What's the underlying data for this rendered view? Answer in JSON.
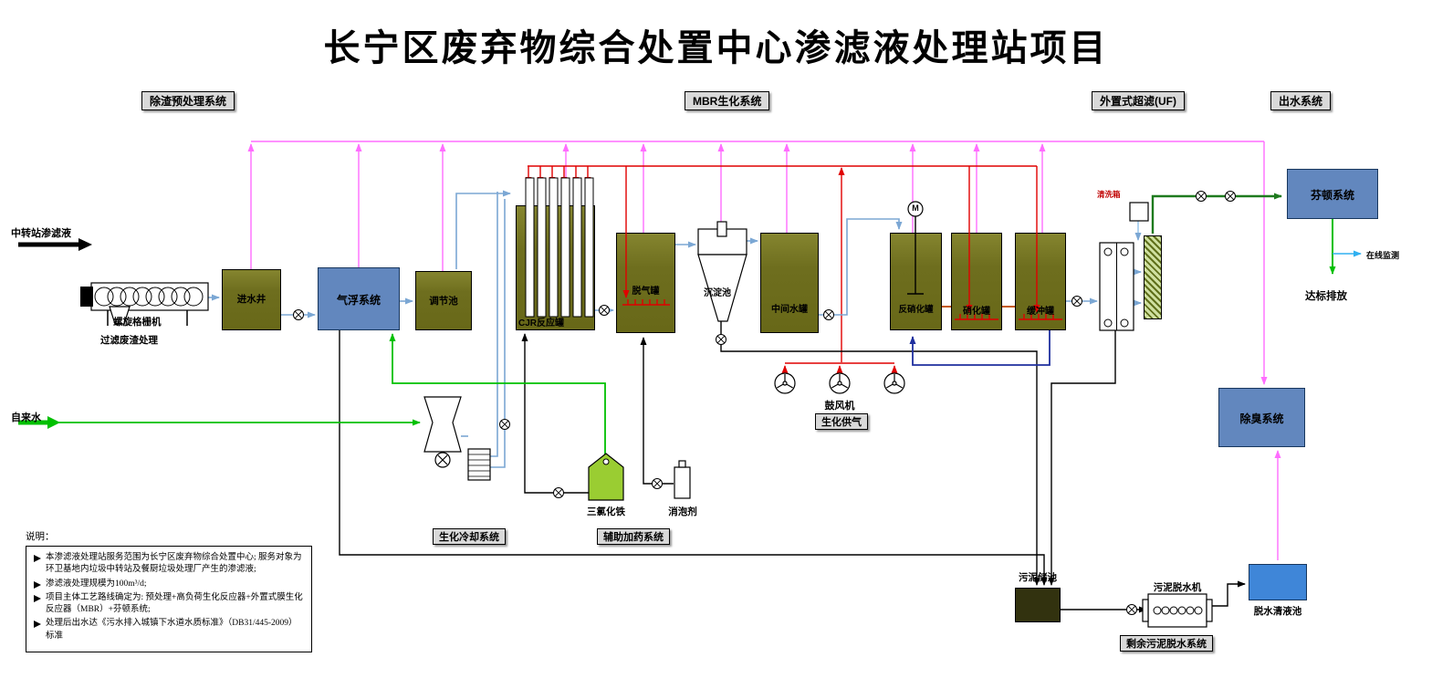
{
  "title": "长宁区废弃物综合处置中心渗滤液处理站项目",
  "sections": {
    "pretreatment": "除渣预处理系统",
    "mbr": "MBR生化系统",
    "uf": "外置式超滤(UF)",
    "effluent": "出水系统"
  },
  "flows": {
    "influent": "中转站渗滤液",
    "tap_water": "自来水",
    "online_monitor": "在线监测",
    "discharge": "达标排放"
  },
  "equipment": {
    "screw_screen": "螺旋格栅机",
    "residue_disposal": "过滤废渣处理",
    "inlet_well": "进水井",
    "air_flotation": "气浮系统",
    "equalization_tank": "调节池",
    "cjr_reactor": "CJR反应罐",
    "degassing_tank": "脱气罐",
    "sedimentation_tank": "沉淀池",
    "intermediate_tank": "中间水罐",
    "denitrification_tank": "反硝化罐",
    "nitrification_tank": "硝化罐",
    "buffer_tank": "缓冲罐",
    "cleaning_tank": "清洗箱",
    "fenton_system": "芬顿系统",
    "deodorization_system": "除臭系统",
    "blowers": "鼓风机",
    "bio_air_supply": "生化供气",
    "bio_cooling_system": "生化冷却系统",
    "ferric_chloride": "三氯化铁",
    "defoamer": "消泡剂",
    "dosing_system": "辅助加药系统",
    "sludge_storage": "污泥储池",
    "sludge_dewatering_machine": "污泥脱水机",
    "dewatering_clear_tank": "脱水清液池",
    "sludge_dewatering_system": "剩余污泥脱水系统",
    "mixer_motor": "M"
  },
  "notes": {
    "title": "说明：",
    "items": [
      "本渗滤液处理站服务范围为长宁区废弃物综合处置中心; 服务对象为环卫基地内垃圾中转站及餐厨垃圾处理厂产生的渗滤液;",
      "渗滤液处理规模为100m³/d;",
      "项目主体工艺路线确定为: 预处理+高负荷生化反应器+外置式膜生化反应器（MBR）+芬顿系统;",
      "处理后出水达《污水排入城镇下水道水质标准》（DB31/445-2009）标准"
    ]
  },
  "colors": {
    "odor": "#ff6dff",
    "air": "#e00000",
    "water": "#7ba7d4",
    "tap_green": "#00c000",
    "permeate_green": "#1e7a1e",
    "recycle_navy": "#1f2f9e",
    "link_orange": "#c55a11",
    "tank_olive": "#6e6e1e",
    "unit_blue": "#6287be",
    "clear_blue": "#3f86d8",
    "sludge_dark": "#32320f",
    "fecl3_green": "#9acd32",
    "label_bg": "#d9d9d9"
  }
}
